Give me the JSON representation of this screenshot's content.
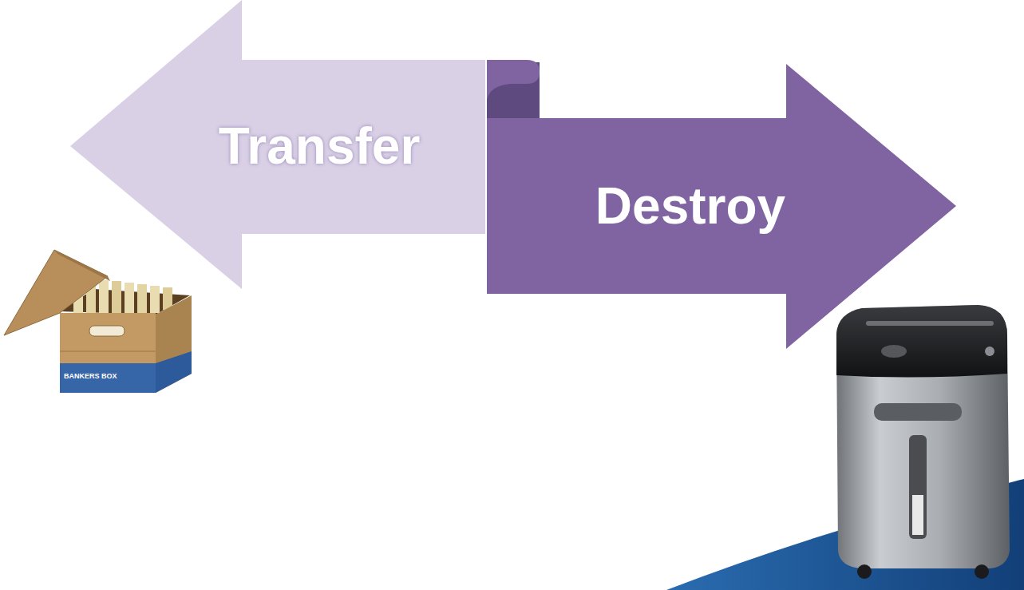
{
  "diagram": {
    "nodes": [
      {
        "text": [
          "Transfer"
        ]
      },
      {
        "text": [
          "Destroy"
        ]
      }
    ],
    "labels": [
      "BANKERS BOX"
    ]
  }
}
